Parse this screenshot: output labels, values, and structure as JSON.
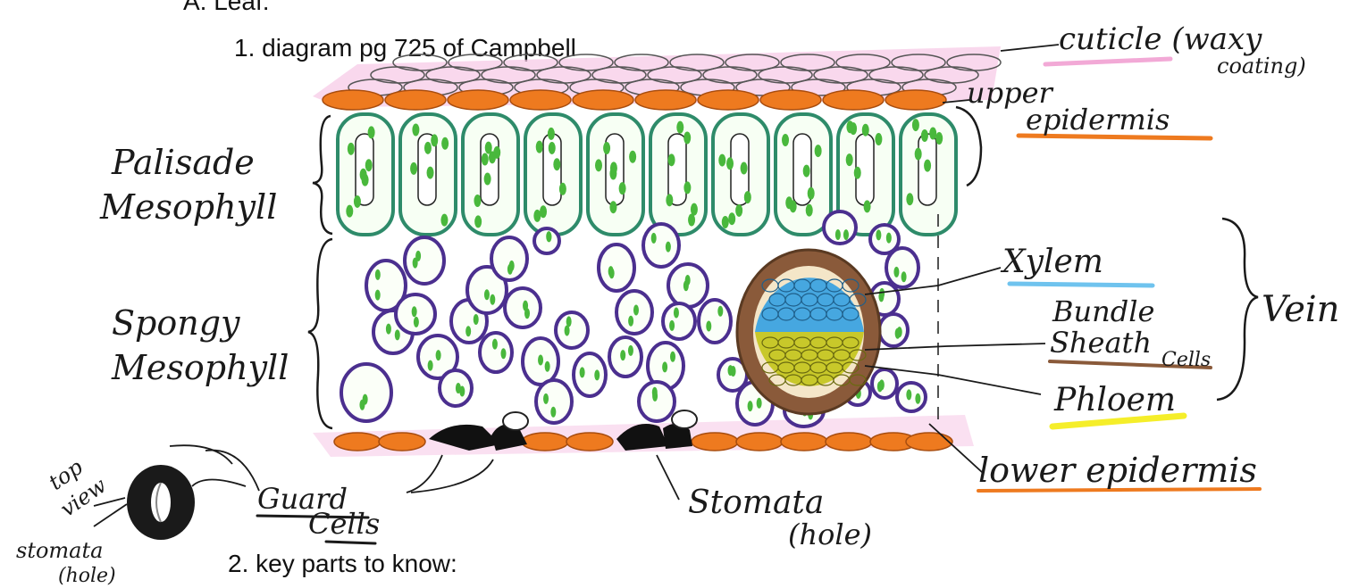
{
  "outline": {
    "heading": "A. Leaf:",
    "item1": "1.  diagram pg 725 of Campbell",
    "item2": "2.  key parts to know:"
  },
  "labels": {
    "cuticle": "cuticle (waxy",
    "cuticle_2": "coating)",
    "upper_epidermis_1": "upper",
    "upper_epidermis_2": "epidermis",
    "palisade_1": "Palisade",
    "palisade_2": "Mesophyll",
    "spongy_1": "Spongy",
    "spongy_2": "Mesophyll",
    "xylem": "Xylem",
    "bundle_1": "Bundle",
    "bundle_2": "Sheath",
    "bundle_3": "Cells",
    "phloem": "Phloem",
    "vein": "Vein",
    "lower_epidermis": "lower epidermis",
    "guard_1": "Guard",
    "guard_2": "Cells",
    "stomata_1": "Stomata",
    "stomata_2": "(hole)",
    "top_view_1": "top",
    "top_view_2": "view",
    "stomata_small_1": "stomata",
    "stomata_small_2": "(hole)"
  },
  "colors": {
    "cuticle": "#f2a9d6",
    "epidermis": "#ee7a1f",
    "palisade_outline": "#2e8b6a",
    "chloroplast": "#49b83c",
    "spongy_outline": "#4b2f8f",
    "bundle_sheath": "#8a5a3a",
    "xylem": "#46a7e0",
    "phloem": "#c8c82a",
    "underline_blue": "#6fc3ee",
    "underline_yellow": "#f5ee2a"
  }
}
